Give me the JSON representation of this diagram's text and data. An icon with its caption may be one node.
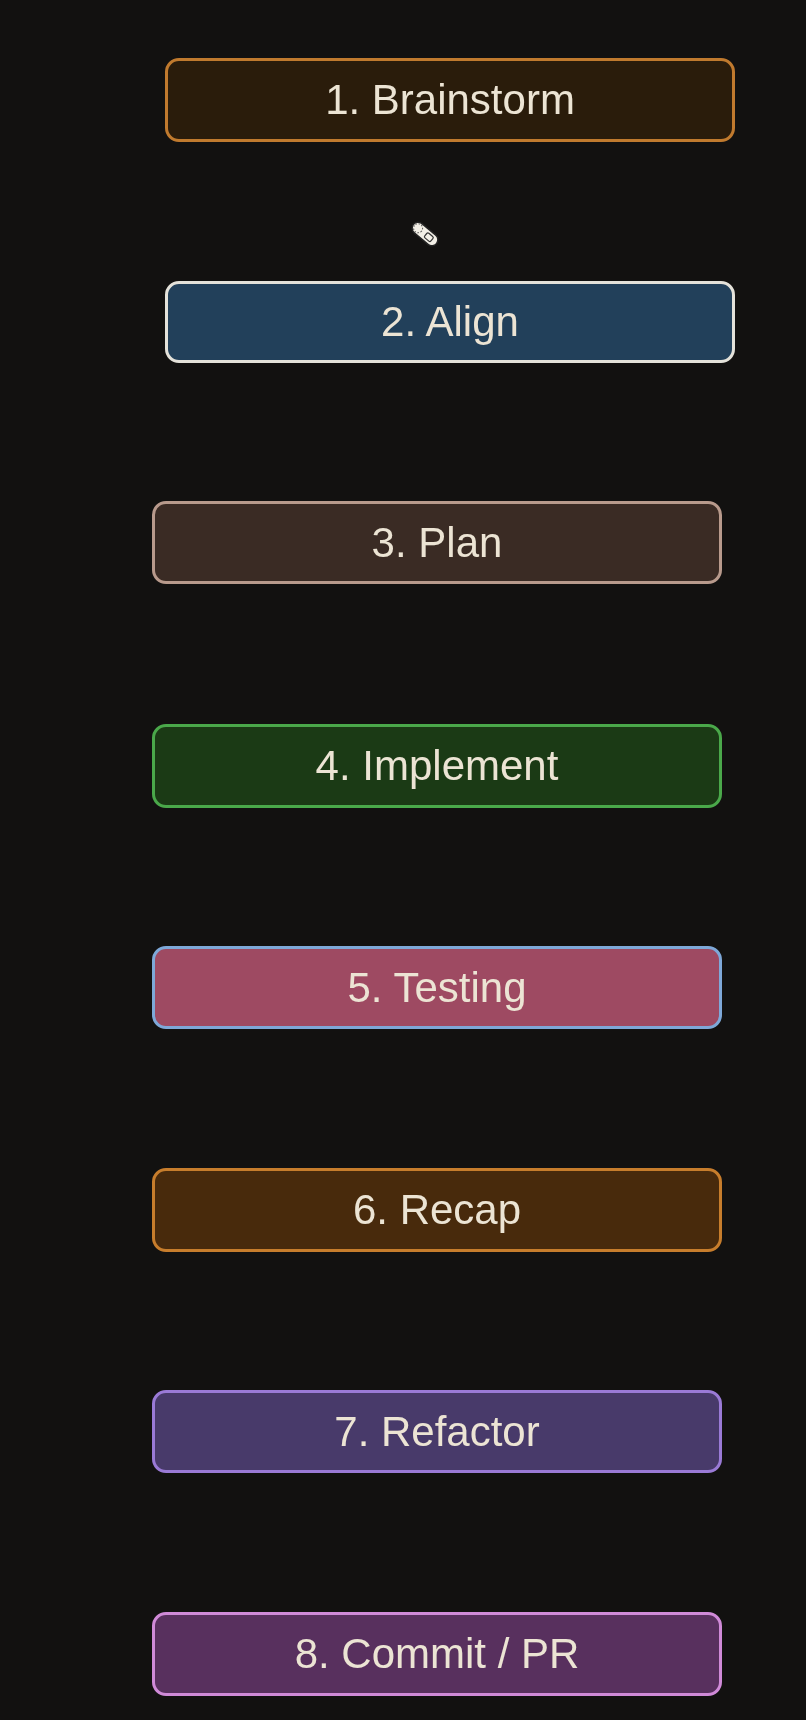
{
  "diagram": {
    "nodes": [
      {
        "text": [
          "1. Brainstorm"
        ]
      },
      {
        "text": [
          "2. Align"
        ]
      },
      {
        "text": [
          "3. Plan"
        ]
      },
      {
        "text": [
          "4. Implement"
        ]
      },
      {
        "text": [
          "5. Testing"
        ]
      },
      {
        "text": [
          "6. Recap"
        ]
      },
      {
        "text": [
          "7. Refactor"
        ]
      },
      {
        "text": [
          "8. Commit / PR"
        ]
      }
    ]
  }
}
